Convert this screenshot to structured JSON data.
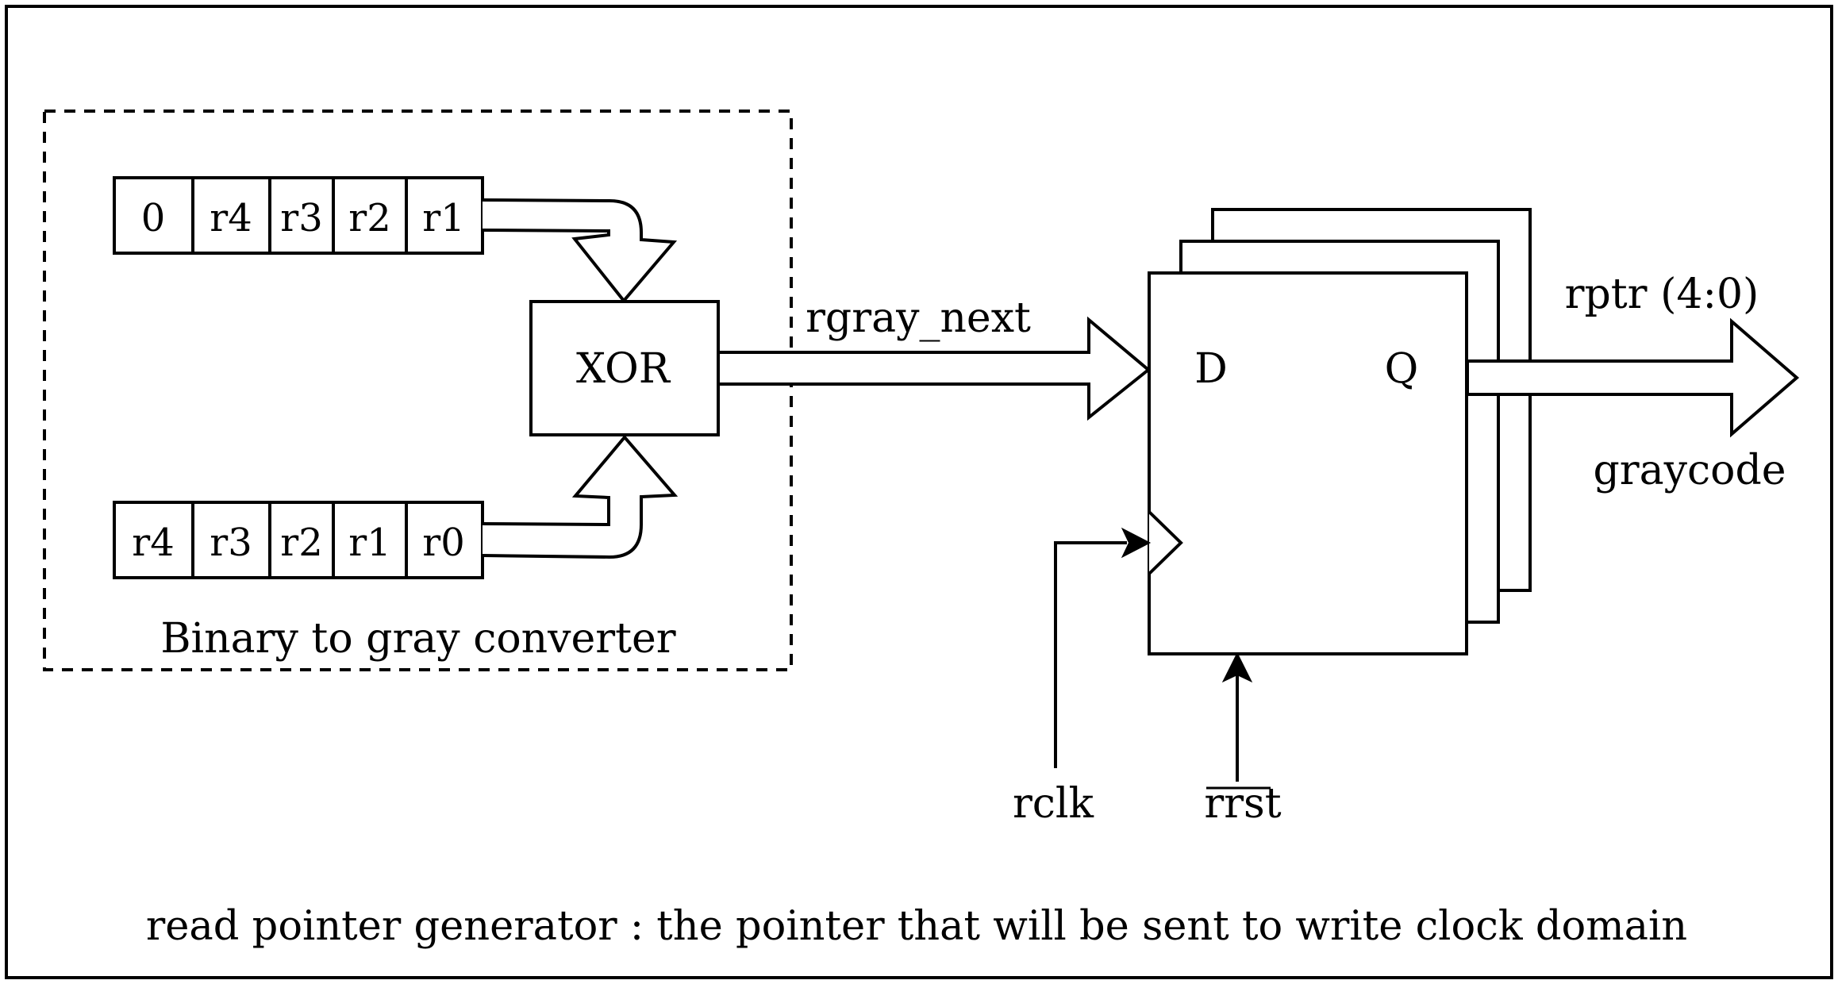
{
  "converter": {
    "title": "Binary to gray converter",
    "top_bits": [
      "0",
      "r4",
      "r3",
      "r2",
      "r1"
    ],
    "bottom_bits": [
      "r4",
      "r3",
      "r2",
      "r1",
      "r0"
    ],
    "xor_label": "XOR"
  },
  "signals": {
    "rgray_next": "rgray_next",
    "rptr": "rptr (4:0)",
    "graycode": "graycode",
    "rclk": "rclk",
    "rrst": "rrst"
  },
  "flipflop": {
    "d_label": "D",
    "q_label": "Q"
  },
  "caption": "read pointer generator : the pointer that will be sent to write clock domain"
}
